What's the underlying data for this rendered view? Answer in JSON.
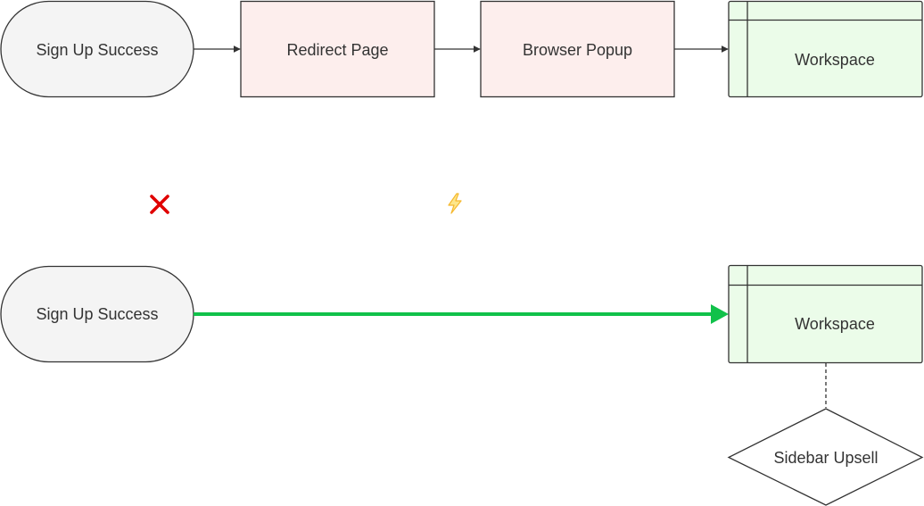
{
  "colors": {
    "terminal_fill": "#f4f4f4",
    "terminal_stroke": "#333333",
    "process_fill": "#fdeeed",
    "workspace_fill": "#ebfce9",
    "connector": "#333333",
    "highlight_arrow": "#11c14a",
    "cross_icon": "#e00000",
    "bolt_icon": "#f5b82e"
  },
  "current_flow": {
    "start_label": "Sign Up Success",
    "redirect_label": "Redirect Page",
    "popup_label": "Browser Popup",
    "workspace_label": "Workspace",
    "status_icon": "cross-icon"
  },
  "proposed_flow": {
    "status_icon": "lightning-icon",
    "start_label": "Sign Up Success",
    "workspace_label": "Workspace",
    "upsell_label": "Sidebar Upsell"
  }
}
